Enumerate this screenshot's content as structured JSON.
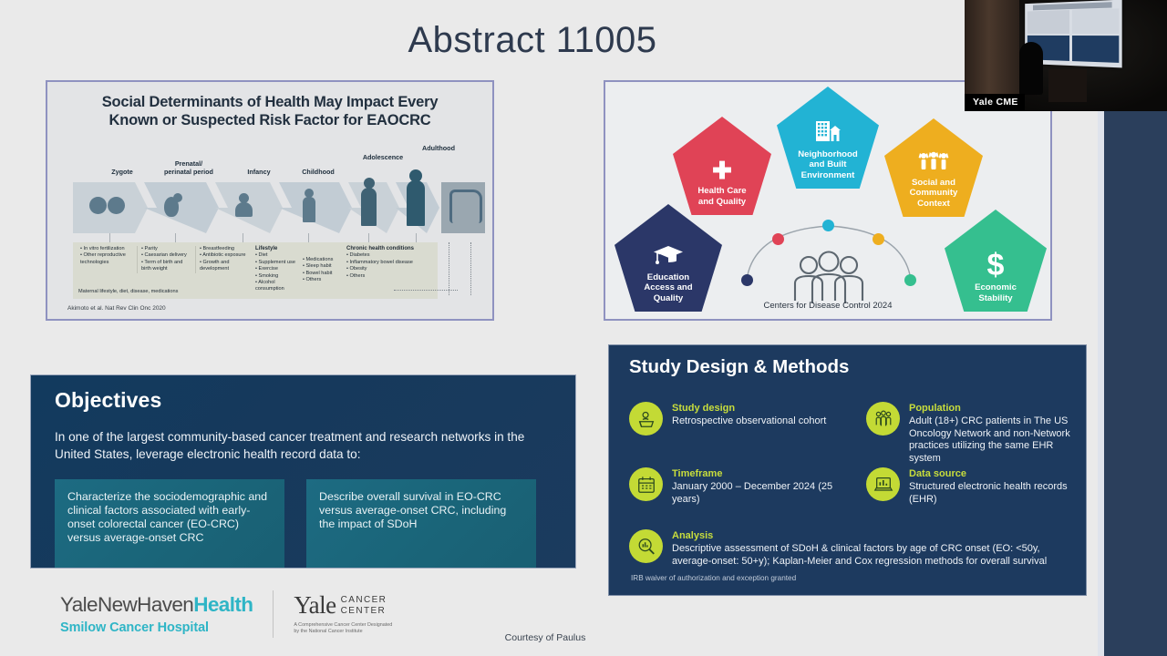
{
  "slide": {
    "title": "Abstract 11005",
    "courtesy": "Courtesy of Paulus"
  },
  "lifecourse_panel": {
    "title_line1": "Social Determinants of Health May Impact Every",
    "title_line2": "Known or Suspected Risk Factor for EAOCRC",
    "stages": [
      "Zygote",
      "Prenatal/\nperinatal period",
      "Infancy",
      "Childhood",
      "Adolescence",
      "Adulthood"
    ],
    "stage_labels": [
      "Zygote",
      "Prenatal/",
      "perinatal period",
      "Infancy",
      "Childhood",
      "Adolescence",
      "Adulthood"
    ],
    "factor_columns": [
      {
        "heading": "",
        "items": [
          "In vitro fertilization",
          "Other reproductive technologies"
        ]
      },
      {
        "heading": "",
        "items": [
          "Parity",
          "Caesarian delivery",
          "Term of birth and birth weight"
        ]
      },
      {
        "heading": "",
        "items": [
          "Breastfeeding",
          "Antibiotic exposure",
          "Growth and development"
        ]
      },
      {
        "heading": "Lifestyle",
        "items": [
          "Diet",
          "Supplement use",
          "Exercise",
          "Smoking",
          "Alcohol consumption"
        ]
      },
      {
        "heading": "",
        "items": [
          "Medications",
          "Sleep habit",
          "Bowel habit",
          "Others"
        ]
      },
      {
        "heading": "Chronic health conditions",
        "items": [
          "Diabetes",
          "Inflammatory bowel disease",
          "Obesity",
          "Others"
        ]
      }
    ],
    "maternal_note": "Maternal lifestyle, diet, disease, medications",
    "citation": "Akimoto et al. Nat Rev Clin Onc 2020"
  },
  "sdoh_panel": {
    "citation": "Centers for Disease Control 2024",
    "domains": [
      {
        "key": "health-care",
        "label": "Health Care\nand Quality",
        "label_lines": [
          "Health Care",
          "and Quality"
        ],
        "color": "#e04356",
        "icon": "medical-cross-icon"
      },
      {
        "key": "neighborhood",
        "label": "Neighborhood and Built Environment",
        "label_lines": [
          "Neighborhood",
          "and Built",
          "Environment"
        ],
        "color": "#22b3d4",
        "icon": "buildings-icon"
      },
      {
        "key": "social-community",
        "label": "Social and Community Context",
        "label_lines": [
          "Social and",
          "Community",
          "Context"
        ],
        "color": "#eeae1f",
        "icon": "people-raised-arms-icon"
      },
      {
        "key": "education",
        "label": "Education Access and Quality",
        "label_lines": [
          "Education",
          "Access and",
          "Quality"
        ],
        "color": "#2b3768",
        "icon": "graduation-cap-icon"
      },
      {
        "key": "economic",
        "label": "Economic Stability",
        "label_lines": [
          "Economic",
          "Stability"
        ],
        "color": "#35bf8f",
        "icon": "dollar-sign-icon"
      }
    ]
  },
  "objectives_panel": {
    "title": "Objectives",
    "lead": "In one of the largest community-based cancer treatment and research networks in the United States, leverage electronic health record data to:",
    "cards": [
      "Characterize the sociodemographic and clinical factors associated with early-onset colorectal cancer (EO-CRC) versus average-onset CRC",
      "Describe overall survival in EO-CRC versus average-onset CRC, including the impact of SDoH"
    ]
  },
  "study_panel": {
    "title": "Study Design & Methods",
    "items": [
      {
        "icon": "person-at-desk-icon",
        "heading": "Study design",
        "body": "Retrospective observational cohort"
      },
      {
        "icon": "group-of-people-icon",
        "heading": "Population",
        "body": "Adult (18+) CRC patients in The US Oncology Network and non-Network practices utilizing the same EHR system"
      },
      {
        "icon": "calendar-icon",
        "heading": "Timeframe",
        "body": "January 2000 – December 2024 (25 years)"
      },
      {
        "icon": "bar-chart-laptop-icon",
        "heading": "Data source",
        "body": "Structured electronic health records (EHR)"
      },
      {
        "icon": "magnifying-glass-chart-icon",
        "heading": "Analysis",
        "body": "Descriptive assessment of SDoH & clinical factors by age of CRC onset (EO: <50y, average-onset: 50+y); Kaplan-Meier and Cox regression methods for overall survival"
      }
    ],
    "footnote": "IRB waiver of authorization and exception granted",
    "accent_color": "#c8dd3c"
  },
  "logos": {
    "ynhh_prefix": "YaleNewHaven",
    "ynhh_bold": "Health",
    "ynhh_sub": "Smilow Cancer Hospital",
    "ycc_word": "Yale",
    "ycc_line1": "CANCER",
    "ycc_line2": "CENTER",
    "ycc_nci_line1": "A Comprehensive Cancer Center Designated",
    "ycc_nci_line2": "by the National Cancer Institute"
  },
  "video_overlay": {
    "channel_label": "Yale CME"
  }
}
